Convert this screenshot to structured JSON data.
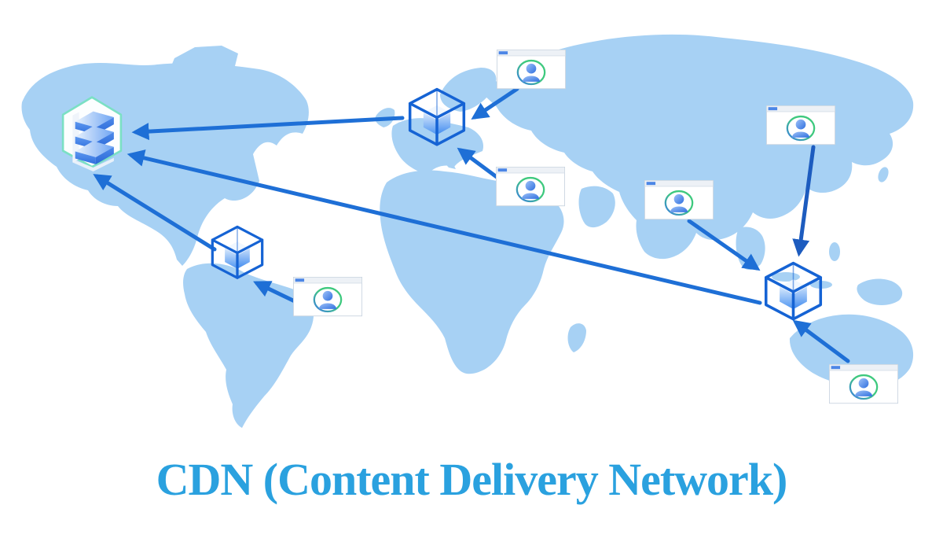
{
  "title": {
    "text": "CDN (Content Delivery Network)"
  },
  "colors": {
    "map": "#A7D1F4",
    "arrow": "#1E6FD6",
    "arrow-dark": "#1D5CBF",
    "cube-stroke": "#1563D4",
    "hex-ring": "#7BE0C4",
    "title-blue": "#2AA1DF"
  },
  "diagram": {
    "nodes": [
      {
        "id": "origin-server",
        "icon": "origin-server-icon",
        "type": "origin"
      },
      {
        "id": "edge-server-europe",
        "icon": "edge-cube-icon",
        "type": "edge"
      },
      {
        "id": "edge-server-south-america",
        "icon": "edge-cube-icon",
        "type": "edge"
      },
      {
        "id": "edge-server-asia",
        "icon": "edge-cube-icon",
        "type": "edge"
      },
      {
        "id": "user-north",
        "icon": "user-browser-icon",
        "type": "user"
      },
      {
        "id": "user-middle-east",
        "icon": "user-browser-icon",
        "type": "user"
      },
      {
        "id": "user-south-america",
        "icon": "user-browser-icon",
        "type": "user"
      },
      {
        "id": "user-india",
        "icon": "user-browser-icon",
        "type": "user"
      },
      {
        "id": "user-northeast-asia",
        "icon": "user-browser-icon",
        "type": "user"
      },
      {
        "id": "user-australia",
        "icon": "user-browser-icon",
        "type": "user"
      }
    ],
    "connections": [
      {
        "from": "edge-server-europe",
        "to": "origin-server"
      },
      {
        "from": "edge-server-asia",
        "to": "origin-server"
      },
      {
        "from": "edge-server-south-america",
        "to": "origin-server"
      },
      {
        "from": "user-north",
        "to": "edge-server-europe"
      },
      {
        "from": "user-middle-east",
        "to": "edge-server-europe"
      },
      {
        "from": "user-south-america",
        "to": "edge-server-south-america"
      },
      {
        "from": "user-india",
        "to": "edge-server-asia"
      },
      {
        "from": "user-northeast-asia",
        "to": "edge-server-asia"
      },
      {
        "from": "user-australia",
        "to": "edge-server-asia"
      }
    ]
  }
}
